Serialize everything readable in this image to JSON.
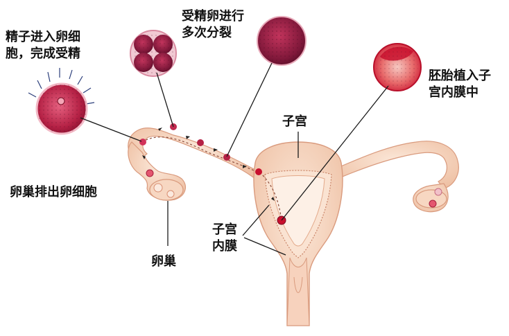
{
  "labels": {
    "fertilization": [
      "精子进入卵细",
      "胞，完成受精"
    ],
    "cleavage": [
      "受精卵进行",
      "多次分裂"
    ],
    "implantation": [
      "胚胎植入子",
      "宫内膜中"
    ],
    "uterus": "子宫",
    "ovulation": "卵巢排出卵细胞",
    "ovary": "卵巢",
    "endometrium": [
      "子宫",
      "内膜"
    ]
  },
  "colors": {
    "tissue": "#f4cdb3",
    "tissue_dark": "#e3a98a",
    "tissue_light": "#fae3d2",
    "cell": "#b31b3c",
    "cell_dark": "#7a0d24",
    "egg": "#d2335a",
    "blastocyst": "#c8102e",
    "line": "#1a1a1a"
  }
}
